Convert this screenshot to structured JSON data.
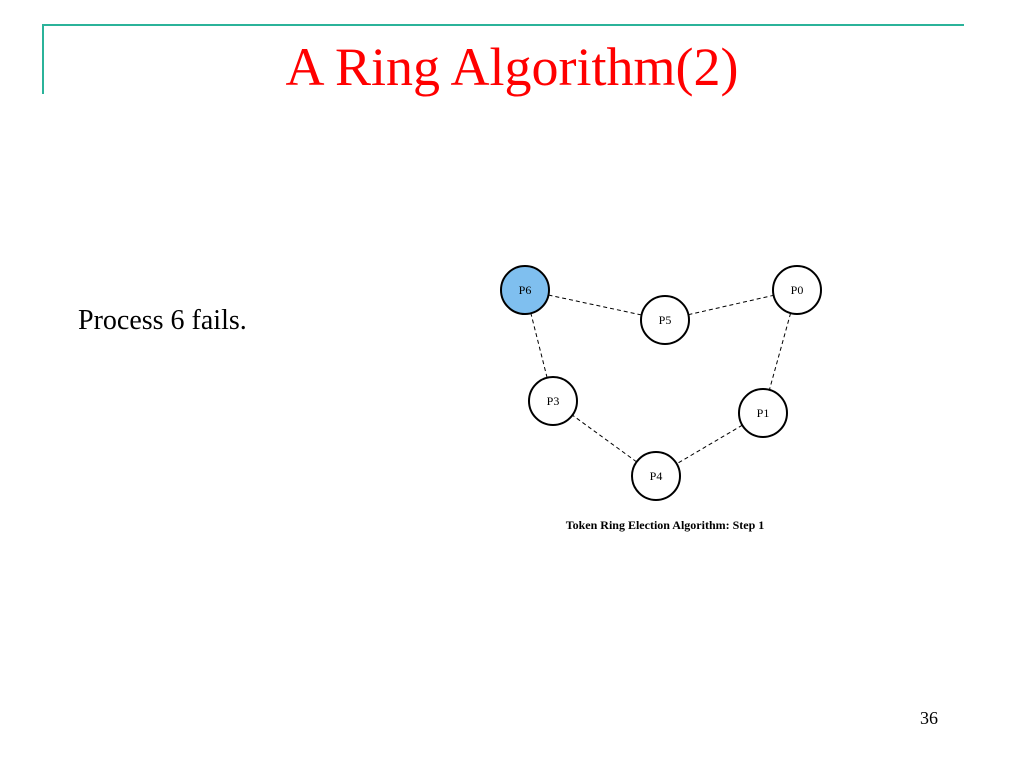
{
  "slide": {
    "title": "A Ring Algorithm(2)",
    "body_text": "Process 6 fails.",
    "page_number": "36"
  },
  "diagram": {
    "caption": "Token Ring Election Algorithm:  Step 1",
    "failed_color": "#7fbfef",
    "nodes": [
      {
        "id": "P6",
        "label": "P6",
        "failed": true
      },
      {
        "id": "P5",
        "label": "P5",
        "failed": false
      },
      {
        "id": "P0",
        "label": "P0",
        "failed": false
      },
      {
        "id": "P3",
        "label": "P3",
        "failed": false
      },
      {
        "id": "P1",
        "label": "P1",
        "failed": false
      },
      {
        "id": "P4",
        "label": "P4",
        "failed": false
      }
    ],
    "edges": [
      [
        "P6",
        "P5"
      ],
      [
        "P5",
        "P0"
      ],
      [
        "P0",
        "P1"
      ],
      [
        "P1",
        "P4"
      ],
      [
        "P4",
        "P3"
      ],
      [
        "P3",
        "P6"
      ]
    ]
  },
  "colors": {
    "title": "#ff0000",
    "frame": "#2bb39a"
  }
}
